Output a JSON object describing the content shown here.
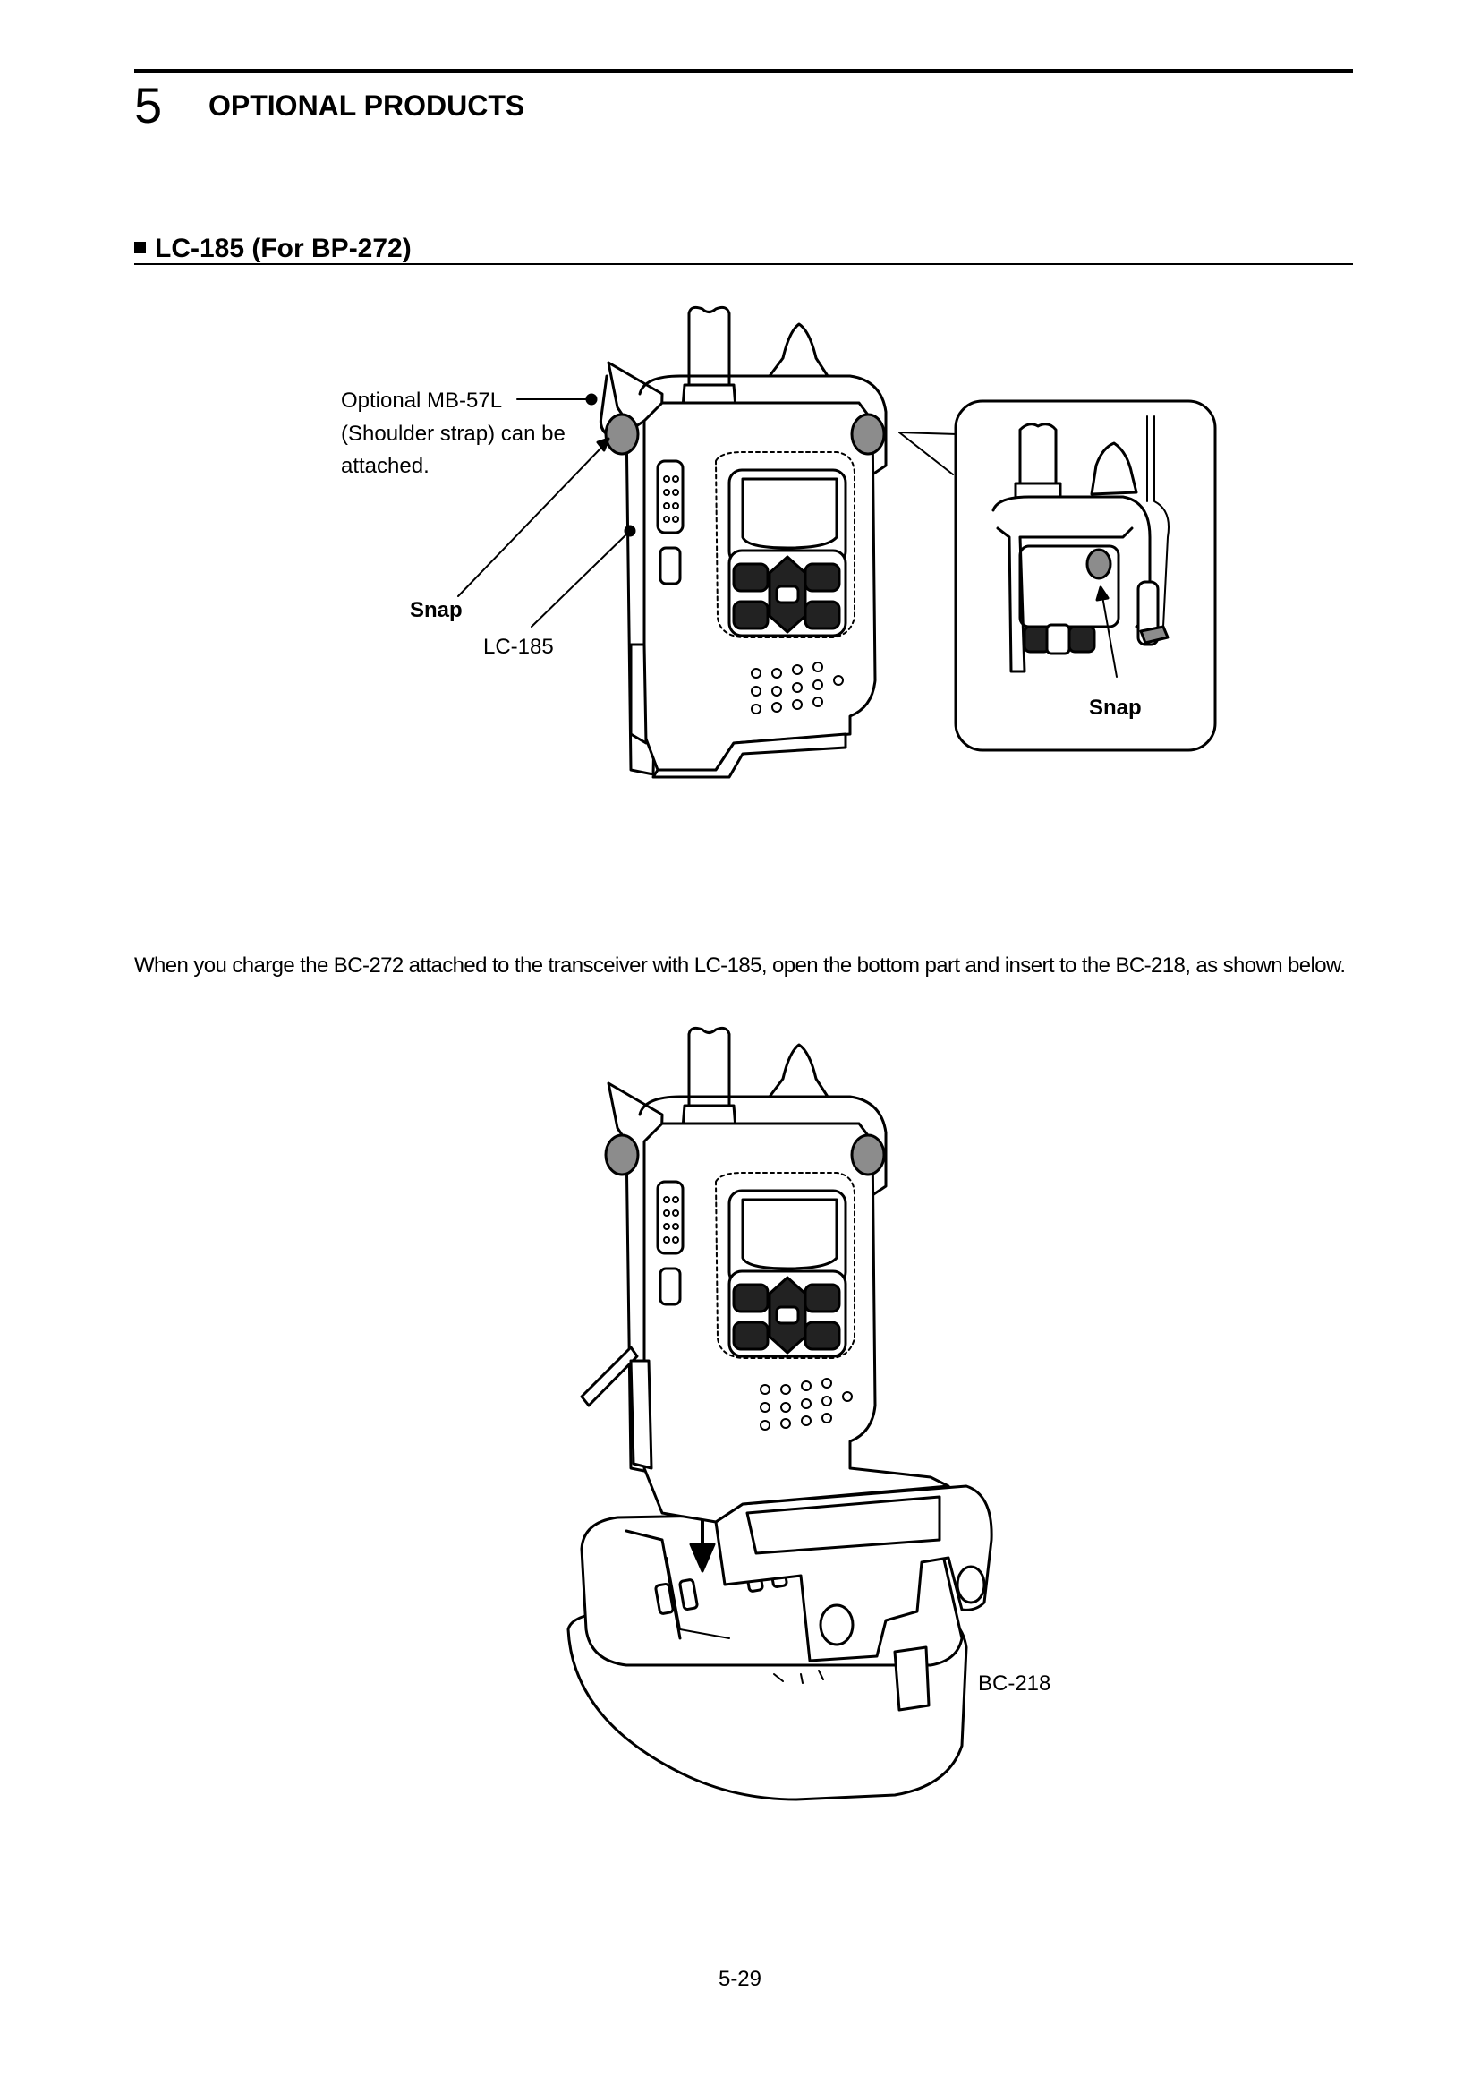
{
  "header": {
    "chapter_number": "5",
    "chapter_title": "OPTIONAL PRODUCTS"
  },
  "section": {
    "title": "LC-185 (For BP-272)"
  },
  "figure1": {
    "callout_strap_line1": "Optional MB-57L",
    "callout_strap_line2": "(Shoulder strap) can be",
    "callout_strap_line3": "attached.",
    "callout_snap": "Snap",
    "callout_case": "LC-185",
    "inset_snap": "Snap"
  },
  "body": {
    "paragraph": "When you charge the BC-272 attached to the transceiver with LC-185, open the bottom part and insert to the BC-218, as shown below."
  },
  "figure2": {
    "callout_charger": "BC-218"
  },
  "footer": {
    "page_number": "5-29"
  }
}
